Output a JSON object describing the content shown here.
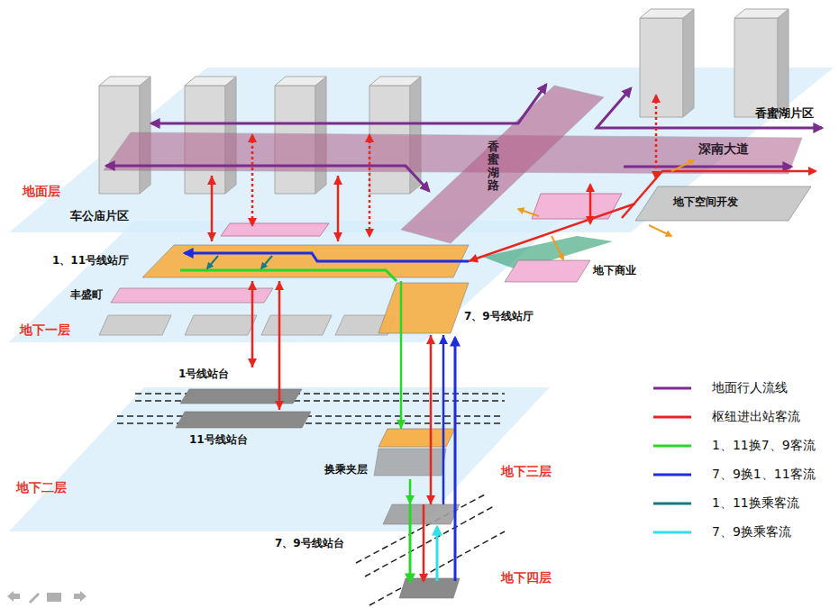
{
  "diagram": {
    "nodes": [
      {
        "text": [
          "深南大道"
        ]
      },
      {
        "text": [
          "香蜜湖路"
        ]
      },
      {
        "text": [
          "地下空间开发"
        ]
      },
      {
        "text": [
          "1、11号线站厅"
        ]
      },
      {
        "text": [
          "丰盛町"
        ]
      },
      {
        "text": [
          "地下商业"
        ]
      },
      {
        "text": [
          "7、9号线站厅"
        ]
      },
      {
        "text": [
          "1号线站台"
        ]
      },
      {
        "text": [
          "11号线站台"
        ]
      },
      {
        "text": [
          "换乘夹层"
        ]
      },
      {
        "text": [
          "7、9号线站台"
        ]
      }
    ],
    "edges": [
      {
        "from": 0,
        "to": 3,
        "arrow": "both"
      },
      {
        "from": 0,
        "to": 3,
        "arrow": "both"
      },
      {
        "from": 2,
        "to": 3,
        "arrow": "to"
      },
      {
        "from": 3,
        "to": 7,
        "arrow": "both"
      },
      {
        "from": 3,
        "to": 8,
        "arrow": "both"
      },
      {
        "from": 3,
        "to": 9,
        "arrow": "to"
      },
      {
        "from": 9,
        "to": 10,
        "arrow": "to"
      },
      {
        "from": 10,
        "to": 6,
        "arrow": "to"
      },
      {
        "from": 6,
        "to": 10,
        "arrow": "both"
      }
    ],
    "labels": [
      "地面层",
      "车公庙片区",
      "香蜜湖片区",
      "地下一层",
      "地下二层",
      "地下三层",
      "地下四层"
    ],
    "legend": [
      {
        "text": "地面行人流线"
      },
      {
        "text": "枢纽进出站客流"
      },
      {
        "text": "1、11换7、9客流"
      },
      {
        "text": "7、9换1、11客流"
      },
      {
        "text": "1、11换乘客流"
      },
      {
        "text": "7、9换乘客流"
      }
    ]
  }
}
